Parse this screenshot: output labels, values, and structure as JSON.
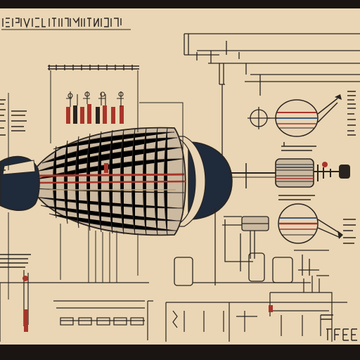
{
  "sheet": {
    "title": "",
    "subtitle": ""
  },
  "colors": {
    "paper": "#ead6b4",
    "ink": "#2a2420",
    "accent_red": "#a8352a",
    "frame": "#1a1512",
    "hull_dark": "#1f2a3a"
  },
  "components": [
    {
      "name": "airship-hull",
      "icon": "hull-icon"
    },
    {
      "name": "nose-cone",
      "icon": "cone-icon"
    },
    {
      "name": "tail-disc",
      "icon": "disc-icon"
    },
    {
      "name": "upper-lens",
      "icon": "lens-icon"
    },
    {
      "name": "lower-lens",
      "icon": "lens-icon"
    },
    {
      "name": "engine-cylinder",
      "icon": "engine-icon"
    },
    {
      "name": "red-valves",
      "icon": "valve-icon"
    }
  ]
}
